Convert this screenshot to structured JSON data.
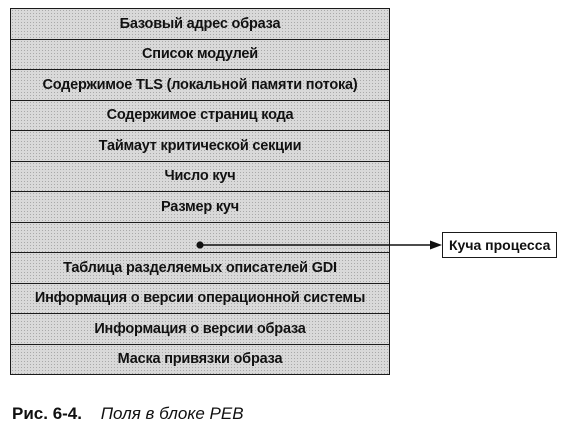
{
  "fields": [
    "Базовый адрес образа",
    "Список модулей",
    "Содержимое TLS (локальной памяти потока)",
    "Содержимое страниц кода",
    "Таймаут критической секции",
    "Число куч",
    "Размер куч",
    "",
    "Таблица разделяемых описателей GDI",
    "Информация о версии операционной системы",
    "Информация о версии образа",
    "Маска привязки образа"
  ],
  "pointer": {
    "target_label": "Куча процесса"
  },
  "caption": {
    "label": "Рис. 6-4.",
    "text": "Поля в блоке PEB"
  }
}
